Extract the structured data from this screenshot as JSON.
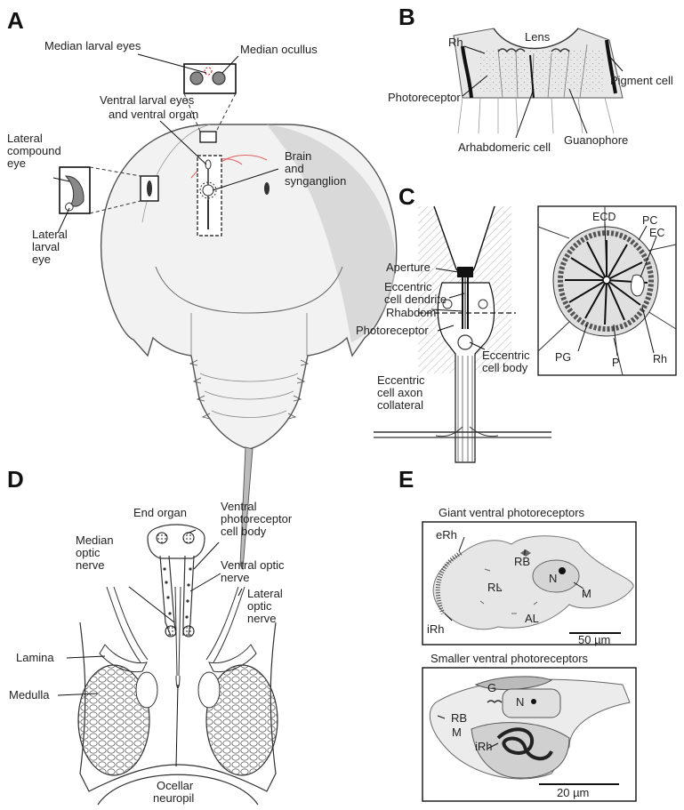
{
  "panels": {
    "A": {
      "letter": "A",
      "labels": {
        "median_larval_eyes": "Median larval eyes",
        "median_ocellus": "Median ocullus",
        "ventral_larval_eyes_1": "Ventral larval eyes",
        "ventral_larval_eyes_2": "and ventral organ",
        "lateral_compound_1": "Lateral",
        "lateral_compound_2": "compound",
        "lateral_compound_3": "eye",
        "lateral_larval_1": "Lateral",
        "lateral_larval_2": "larval",
        "lateral_larval_3": "eye",
        "brain_1": "Brain",
        "brain_2": "and",
        "brain_3": "synganglion"
      }
    },
    "B": {
      "letter": "B",
      "labels": {
        "rh": "Rh",
        "lens": "Lens",
        "photoreceptor": "Photoreceptor",
        "pigment_cell": "Pigment cell",
        "arhabdomeric_cell": "Arhabdomeric cell",
        "guanophore": "Guanophore"
      }
    },
    "C": {
      "letter": "C",
      "labels": {
        "aperture": "Aperture",
        "eccentric_dendrite_1": "Eccentric",
        "eccentric_dendrite_2": "cell dendrite",
        "rhabdom": "Rhabdom",
        "photoreceptor": "Photoreceptor",
        "eccentric_axon_1": "Eccentric",
        "eccentric_axon_2": "cell axon",
        "eccentric_axon_3": "collateral",
        "eccentric_body_1": "Eccentric",
        "eccentric_body_2": "cell body",
        "ecd": "ECD",
        "pc": "PC",
        "ec": "EC",
        "pg": "PG",
        "p": "P",
        "rh": "Rh"
      }
    },
    "D": {
      "letter": "D",
      "labels": {
        "end_organ": "End organ",
        "ventral_photo_1": "Ventral",
        "ventral_photo_2": "photoreceptor",
        "ventral_photo_3": "cell body",
        "median_optic_1": "Median",
        "median_optic_2": "optic",
        "median_optic_3": "nerve",
        "ventral_optic_1": "Ventral optic",
        "ventral_optic_2": "nerve",
        "lateral_optic_1": "Lateral",
        "lateral_optic_2": "optic",
        "lateral_optic_3": "nerve",
        "lamina": "Lamina",
        "medulla": "Medulla",
        "ocellar_1": "Ocellar",
        "ocellar_2": "neuropil"
      }
    },
    "E": {
      "letter": "E",
      "giant": {
        "title": "Giant ventral photoreceptors",
        "erh": "eRh",
        "rb": "RB",
        "n": "N",
        "rl": "RL",
        "m": "M",
        "al": "AL",
        "irh": "iRh",
        "scale": "50 µm"
      },
      "smaller": {
        "title": "Smaller ventral photoreceptors",
        "g": "G",
        "n": "N",
        "rb": "RB",
        "m": "M",
        "irh": "iRh",
        "scale": "20 µm"
      }
    }
  }
}
